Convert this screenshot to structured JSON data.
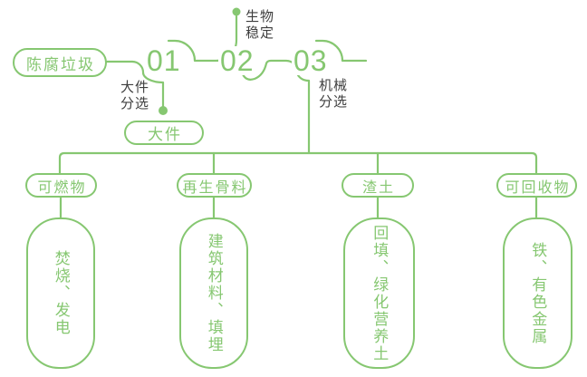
{
  "colors": {
    "accent": "#86C771",
    "label_text": "#3E3E3E",
    "background": "#FFFFFF"
  },
  "flow": {
    "source": "陈腐垃圾",
    "steps": [
      {
        "number": "01",
        "name": "大件分选",
        "output": "大件"
      },
      {
        "number": "02",
        "name": "生物稳定"
      },
      {
        "number": "03",
        "name": "机械分选"
      }
    ]
  },
  "branches": [
    {
      "category": "可燃物",
      "result": "焚烧、发电"
    },
    {
      "category": "再生骨料",
      "result": "建筑材料、填埋"
    },
    {
      "category": "渣土",
      "result": "回填、绿化营养土"
    },
    {
      "category": "可回收物",
      "result": "铁、有色金属"
    }
  ]
}
